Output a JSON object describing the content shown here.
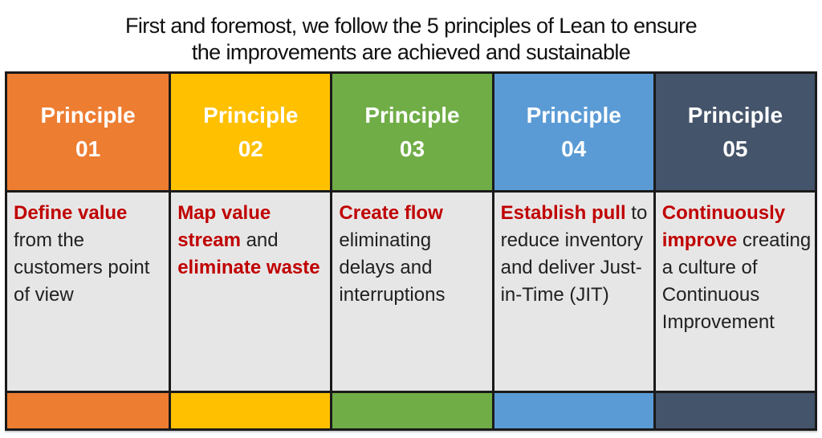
{
  "title": {
    "line1": "First and foremost, we follow the 5 principles of Lean to ensure",
    "line2": "the improvements are achieved and sustainable"
  },
  "colors": {
    "emphasis_red": "#C00000",
    "body_background": "#E7E6E6",
    "grid_border": "#1A1A1A",
    "header_text": "#FFFFFF"
  },
  "columns": [
    {
      "header": {
        "label": "Principle",
        "number": "01"
      },
      "color": "#ED7D31",
      "body": {
        "lead": "Define value",
        "rest": " from the customers point of view"
      }
    },
    {
      "header": {
        "label": "Principle",
        "number": "02"
      },
      "color": "#FFC000",
      "body": {
        "lead": "Map value stream",
        "mid": " and ",
        "lead2": "eliminate waste"
      }
    },
    {
      "header": {
        "label": "Principle",
        "number": "03"
      },
      "color": "#70AD47",
      "body": {
        "lead": "Create flow",
        "rest": " eliminating delays and interruptions"
      }
    },
    {
      "header": {
        "label": "Principle",
        "number": "04"
      },
      "color": "#5B9BD5",
      "body": {
        "lead": "Establish pull",
        "rest": " to reduce inventory and deliver Just-in-Time (JIT)"
      }
    },
    {
      "header": {
        "label": "Principle",
        "number": "05"
      },
      "color": "#44546A",
      "body": {
        "lead": "Continuously improve",
        "rest": " creating a culture of Continuous Improvement"
      }
    }
  ]
}
